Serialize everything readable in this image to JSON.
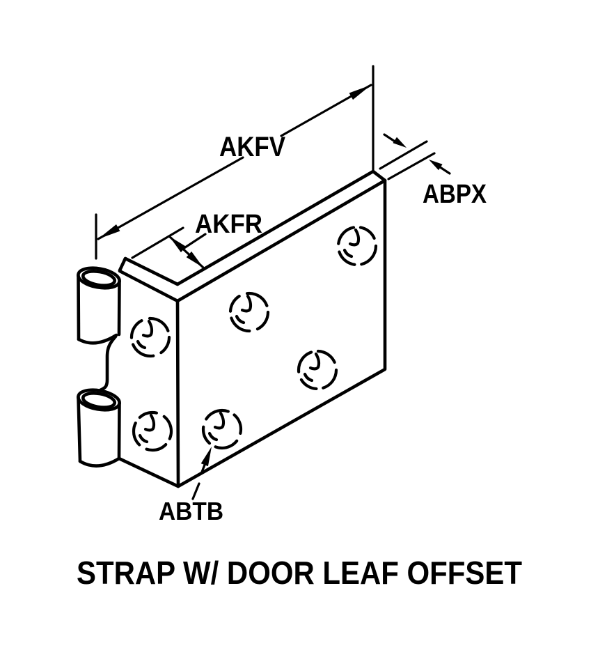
{
  "diagram": {
    "title": "STRAP W/ DOOR LEAF OFFSET",
    "dimension_labels": {
      "akfv": "AKFV",
      "akfr": "AKFR",
      "abpx": "ABPX",
      "abtb": "ABTB"
    },
    "features": {
      "mounting_holes": 6,
      "hinge_knuckles": 2
    },
    "colors": {
      "line": "#000000",
      "background": "#ffffff"
    }
  }
}
